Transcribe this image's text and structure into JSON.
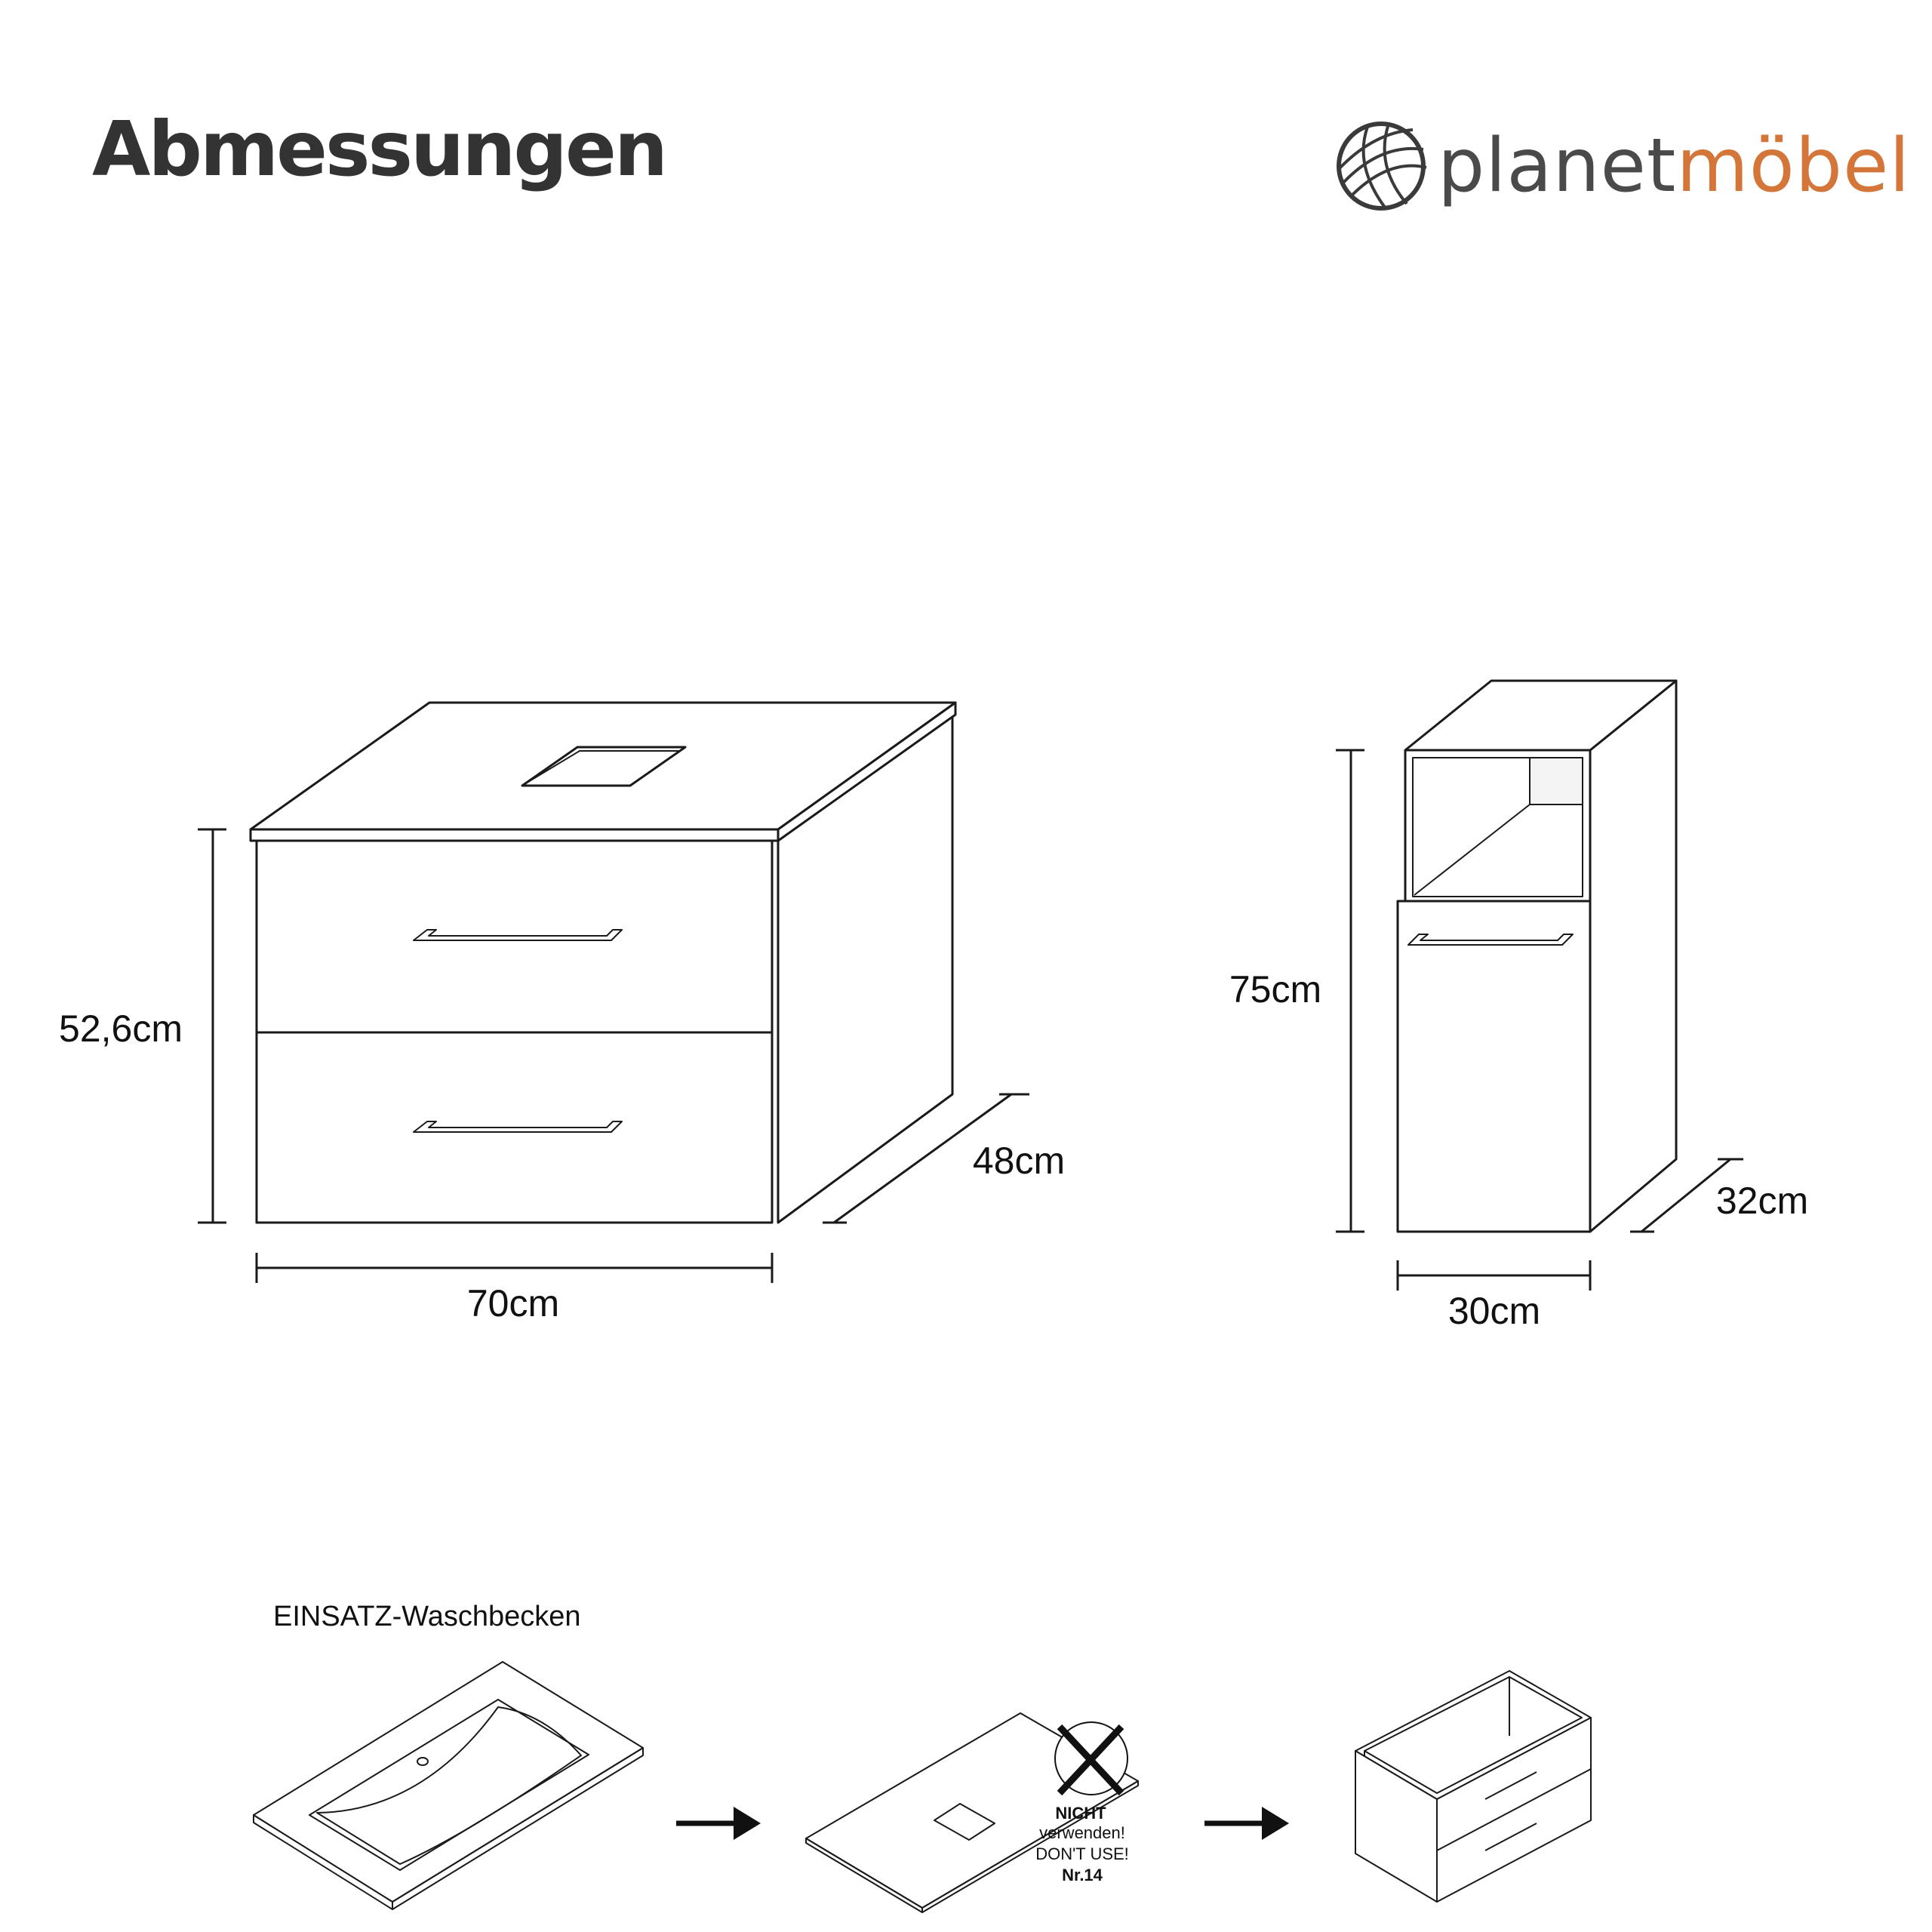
{
  "page": {
    "title": "Abmessungen"
  },
  "brand": {
    "name_part_1": "planet",
    "name_part_2": "möbel",
    "color_dark": "#4a4a4a",
    "color_accent": "#d4763a",
    "logo_icon": "globe-icon"
  },
  "vanity_unit": {
    "height_label": "52,6cm",
    "width_label": "70cm",
    "depth_label": "48cm"
  },
  "side_cabinet": {
    "height_label": "75cm",
    "width_label": "30cm",
    "depth_label": "32cm"
  },
  "installation": {
    "basin_label": "EINSATZ-Waschbecken",
    "warning": {
      "line_1": "NICHT",
      "line_2": "verwenden!",
      "line_3": "DON'T USE!",
      "line_4": "Nr.14"
    },
    "arrow_icon": "arrow-right-icon"
  }
}
